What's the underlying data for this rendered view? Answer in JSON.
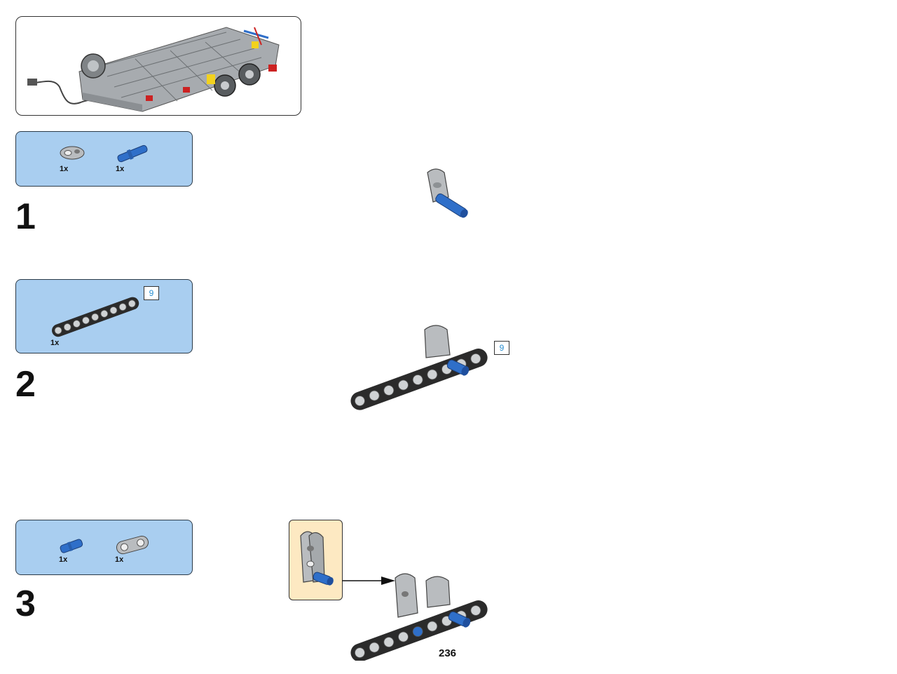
{
  "steps": [
    {
      "number": "1",
      "parts": [
        {
          "qty": "1x",
          "icon": "technic-connector-icon"
        },
        {
          "qty": "1x",
          "icon": "blue-axle-pin-icon"
        }
      ]
    },
    {
      "number": "2",
      "parts": [
        {
          "qty": "1x",
          "icon": "beam-9-icon",
          "badge": "9"
        }
      ],
      "badge": "9"
    },
    {
      "number": "3",
      "parts": [
        {
          "qty": "1x",
          "icon": "blue-pin-icon"
        },
        {
          "qty": "1x",
          "icon": "double-connector-icon"
        }
      ]
    }
  ],
  "page_number": "236",
  "colors": {
    "parts_bg": "#a9cef0",
    "callout_bg": "#fde9c2",
    "blue_part": "#2f6fc9",
    "beam": "#2b2b2b",
    "gray_part": "#b9bcbf"
  }
}
